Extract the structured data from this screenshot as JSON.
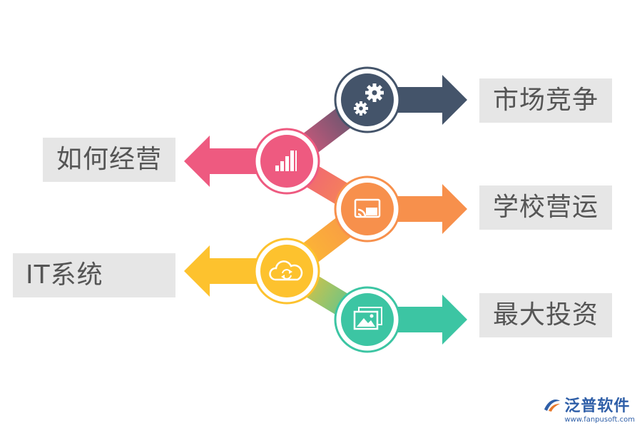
{
  "labels": [
    "市场竞争",
    "如何经营",
    "学校营运",
    "IT系统",
    "最大投资"
  ],
  "nodes": [
    {
      "icon": "gears-icon",
      "color": "#44546a",
      "direction": "right"
    },
    {
      "icon": "bar-signal-icon",
      "color": "#ee5a80",
      "direction": "left"
    },
    {
      "icon": "screen-cast-icon",
      "color": "#f7904c",
      "direction": "right"
    },
    {
      "icon": "cloud-sync-icon",
      "color": "#fdc22e",
      "direction": "left"
    },
    {
      "icon": "image-gallery-icon",
      "color": "#3cc5a3",
      "direction": "right"
    }
  ],
  "brand": {
    "name": "泛普软件",
    "url": "www.fanpusoft.com"
  }
}
